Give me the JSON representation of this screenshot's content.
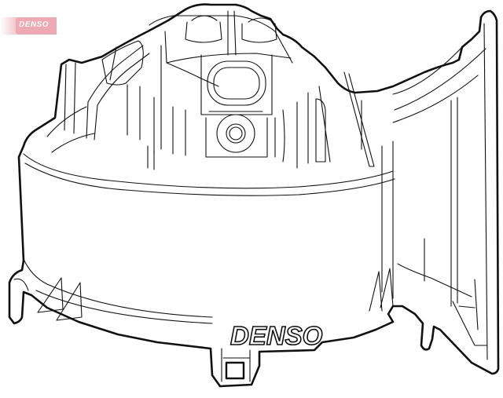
{
  "watermark": {
    "text": "DENSO",
    "color": "#efa9b2"
  },
  "diagram": {
    "subject": "blower-motor-line-drawing",
    "brand_label": "DENSO",
    "stroke_color": "#111111",
    "background": "#ffffff"
  }
}
